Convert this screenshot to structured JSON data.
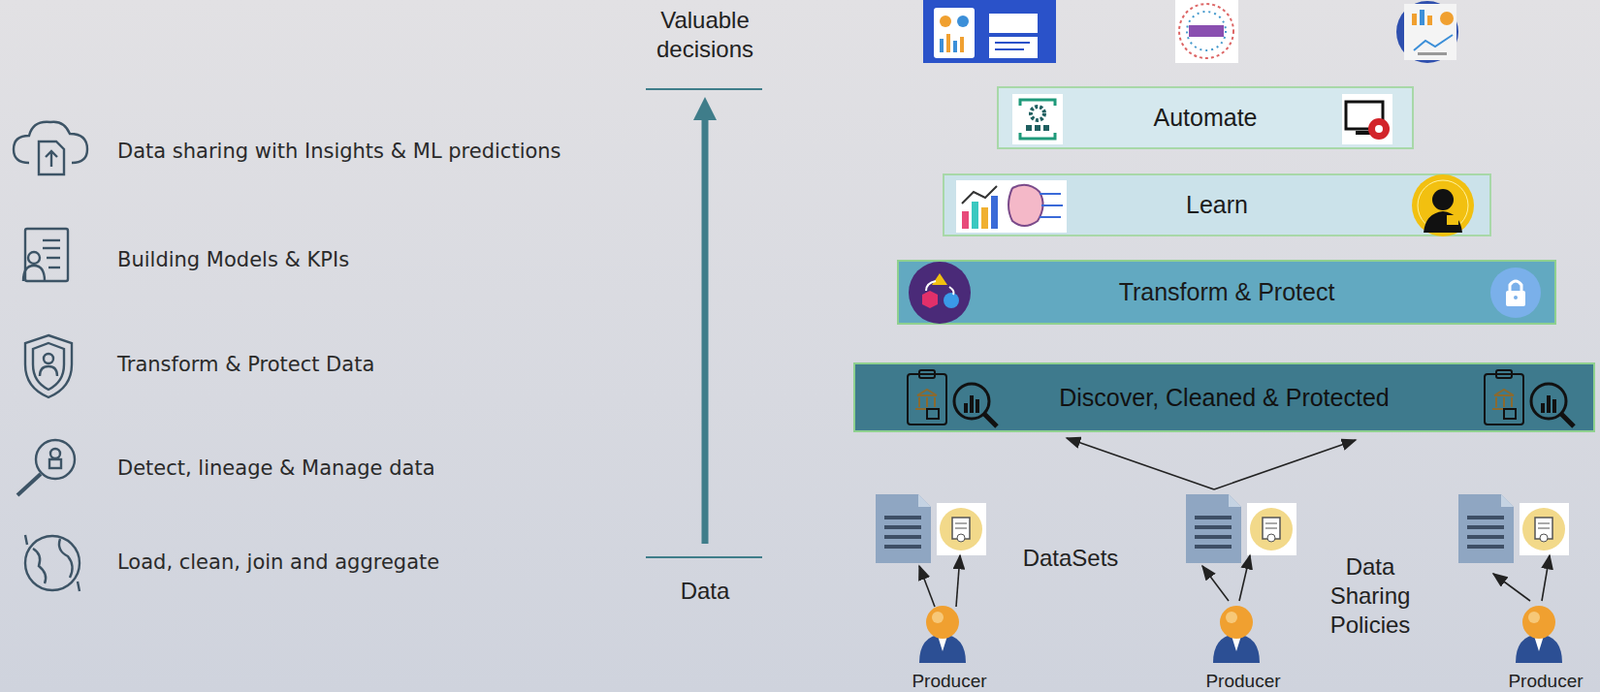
{
  "diagram": {
    "nodes": [
      {
        "text": [
          "Automate"
        ]
      },
      {
        "text": [
          "Learn"
        ]
      },
      {
        "text": [
          "Transform & Protect"
        ]
      },
      {
        "text": [
          "Discover, Cleaned & Protected"
        ]
      }
    ],
    "labels": [
      "Valuable decisions",
      "Data",
      "Data sharing with Insights & ML predictions",
      "Building Models & KPIs",
      "Transform & Protect Data",
      "Detect, lineage & Manage data",
      "Load, clean, join and aggregate",
      "DataSets",
      "Data Sharing Policies",
      "Producer",
      "Producer",
      "Producer"
    ]
  }
}
